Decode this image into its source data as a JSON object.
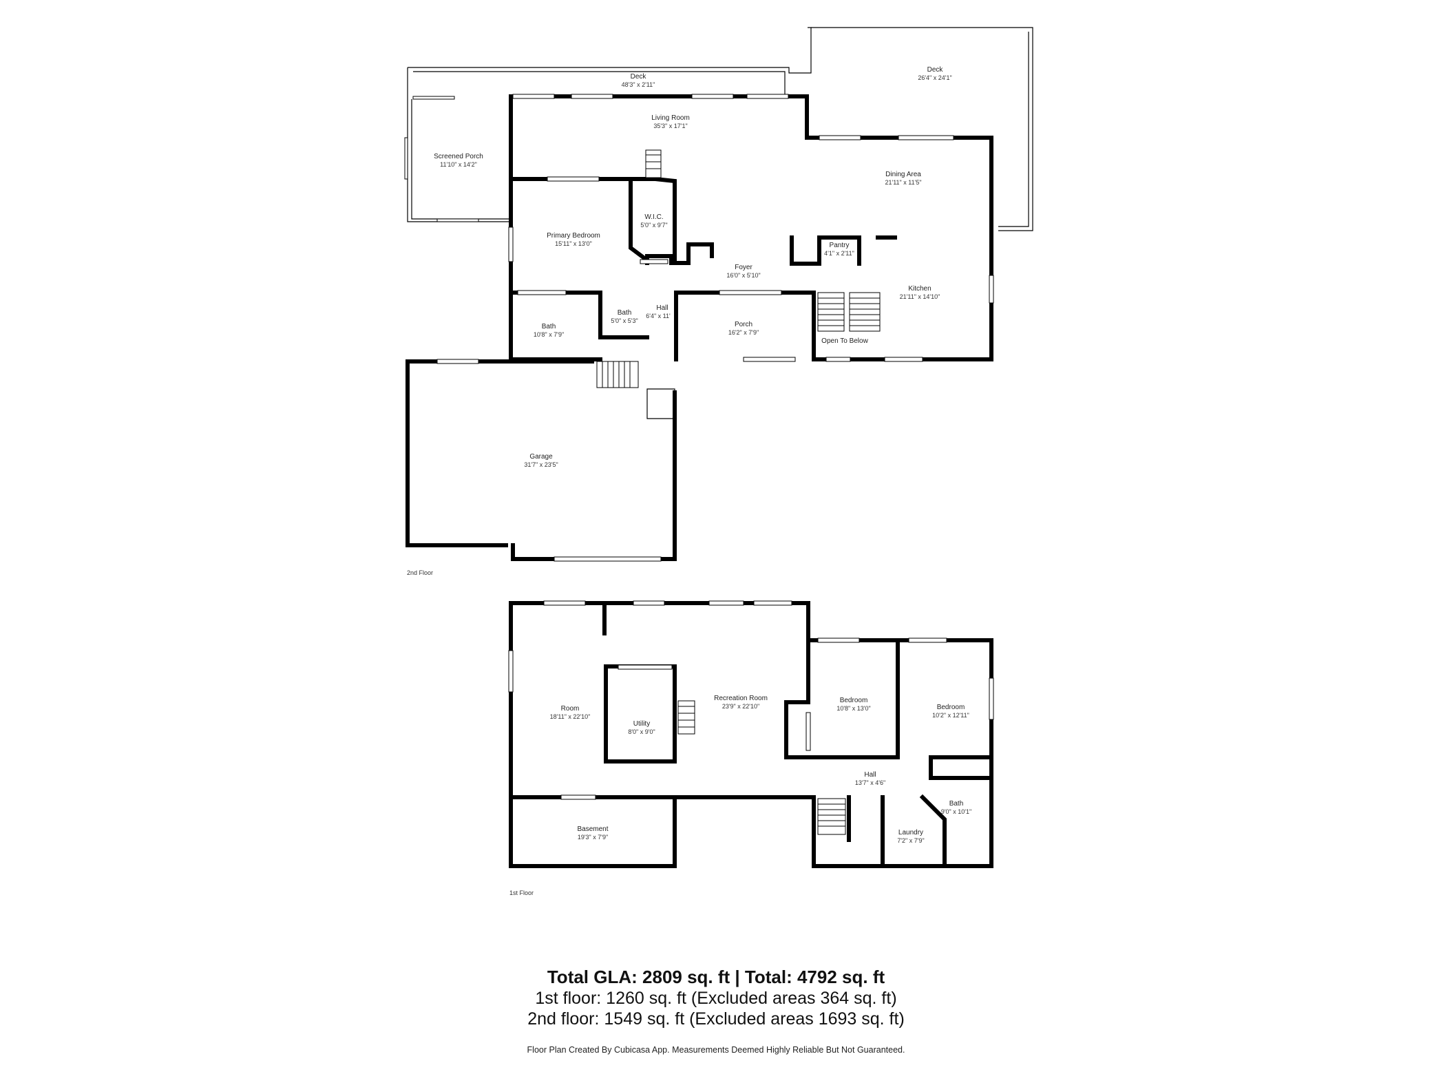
{
  "rooms": {
    "deck_left": {
      "name": "Deck",
      "dim": "48'3\" x 2'11\""
    },
    "deck_right": {
      "name": "Deck",
      "dim": "26'4\" x 24'1\""
    },
    "living_room": {
      "name": "Living Room",
      "dim": "35'3\" x 17'1\""
    },
    "screened_porch": {
      "name": "Screened Porch",
      "dim": "11'10\" x 14'2\""
    },
    "dining_area": {
      "name": "Dining Area",
      "dim": "21'11\" x 11'5\""
    },
    "wic": {
      "name": "W.I.C.",
      "dim": "5'0\" x 9'7\""
    },
    "primary_bedroom": {
      "name": "Primary Bedroom",
      "dim": "15'11\" x 13'0\""
    },
    "pantry": {
      "name": "Pantry",
      "dim": "4'1\" x 2'11\""
    },
    "foyer": {
      "name": "Foyer",
      "dim": "16'0\" x 5'10\""
    },
    "kitchen": {
      "name": "Kitchen",
      "dim": "21'11\" x 14'10\""
    },
    "hall_upper": {
      "name": "Hall",
      "dim": "6'4\" x 11'"
    },
    "bath_small": {
      "name": "Bath",
      "dim": "5'0\" x 5'3\""
    },
    "bath_upper": {
      "name": "Bath",
      "dim": "10'8\" x 7'9\""
    },
    "porch": {
      "name": "Porch",
      "dim": "16'2\" x 7'9\""
    },
    "open_to_below": {
      "name": "Open To Below"
    },
    "garage": {
      "name": "Garage",
      "dim": "31'7\" x 23'5\""
    },
    "room_lower": {
      "name": "Room",
      "dim": "18'11\" x 22'10\""
    },
    "utility": {
      "name": "Utility",
      "dim": "8'0\" x 9'0\""
    },
    "recreation_room": {
      "name": "Recreation Room",
      "dim": "23'9\" x 22'10\""
    },
    "bedroom_1": {
      "name": "Bedroom",
      "dim": "10'8\" x 13'0\""
    },
    "bedroom_2": {
      "name": "Bedroom",
      "dim": "10'2\" x 12'11\""
    },
    "hall_lower": {
      "name": "Hall",
      "dim": "13'7\" x 4'6\""
    },
    "bath_lower": {
      "name": "Bath",
      "dim": "9'0\" x 10'1\""
    },
    "laundry": {
      "name": "Laundry",
      "dim": "7'2\" x 7'9\""
    },
    "basement": {
      "name": "Basement",
      "dim": "19'3\" x 7'9\""
    }
  },
  "floor_labels": {
    "upper": "2nd Floor",
    "lower": "1st Floor"
  },
  "summary": {
    "total": "Total GLA: 2809 sq. ft | Total: 4792 sq. ft",
    "floor1": "1st floor: 1260 sq. ft (Excluded areas 364 sq. ft)",
    "floor2": "2nd floor: 1549 sq. ft (Excluded areas 1693 sq. ft)",
    "disclaimer": "Floor Plan Created By Cubicasa App. Measurements Deemed Highly Reliable But Not Guaranteed."
  }
}
